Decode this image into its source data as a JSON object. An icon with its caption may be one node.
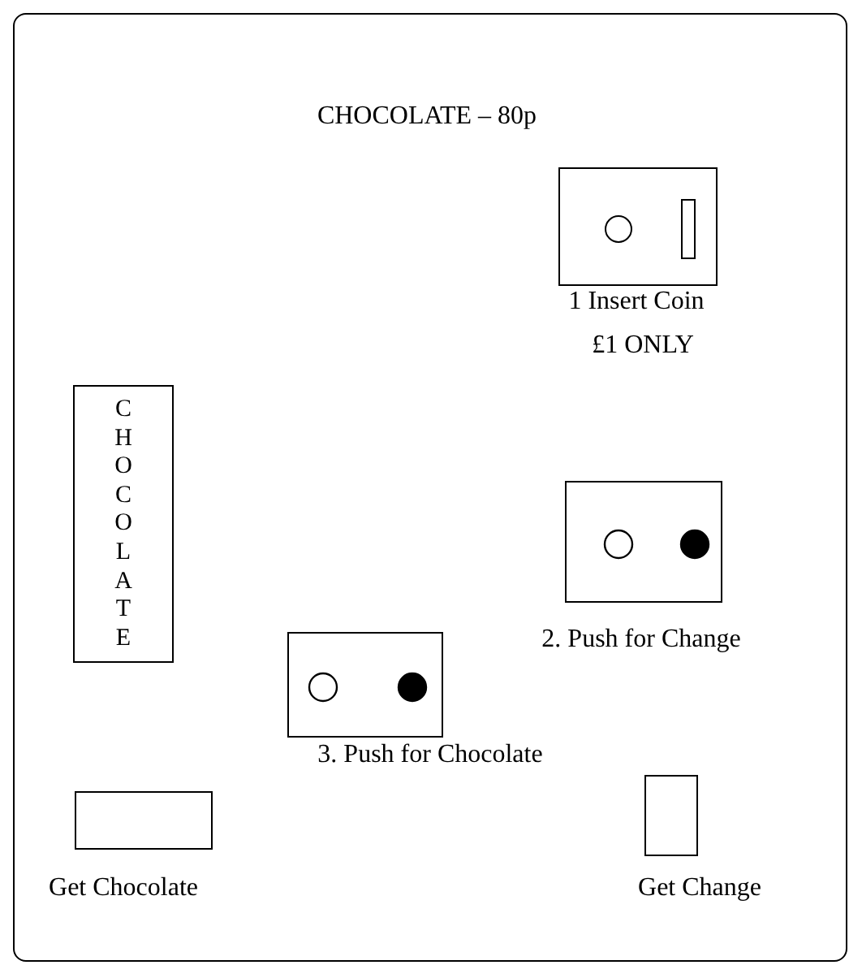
{
  "diagram": {
    "nodes": [
      {
        "text": [
          "CHOCOLATE – 80p"
        ]
      },
      {
        "text": [
          "CHOCOLATE"
        ],
        "in": 0
      },
      {
        "text": [
          "1 Insert Coin"
        ],
        "beside": [
          "£1 ONLY"
        ],
        "in": 0
      },
      {
        "text": [
          "2. Push for Change"
        ],
        "in": 0
      },
      {
        "text": [
          "3. Push for Chocolate"
        ],
        "in": 0
      },
      {
        "text": [
          "Get Chocolate"
        ],
        "in": 0
      },
      {
        "text": [
          "Get Change"
        ],
        "in": 0
      }
    ]
  }
}
